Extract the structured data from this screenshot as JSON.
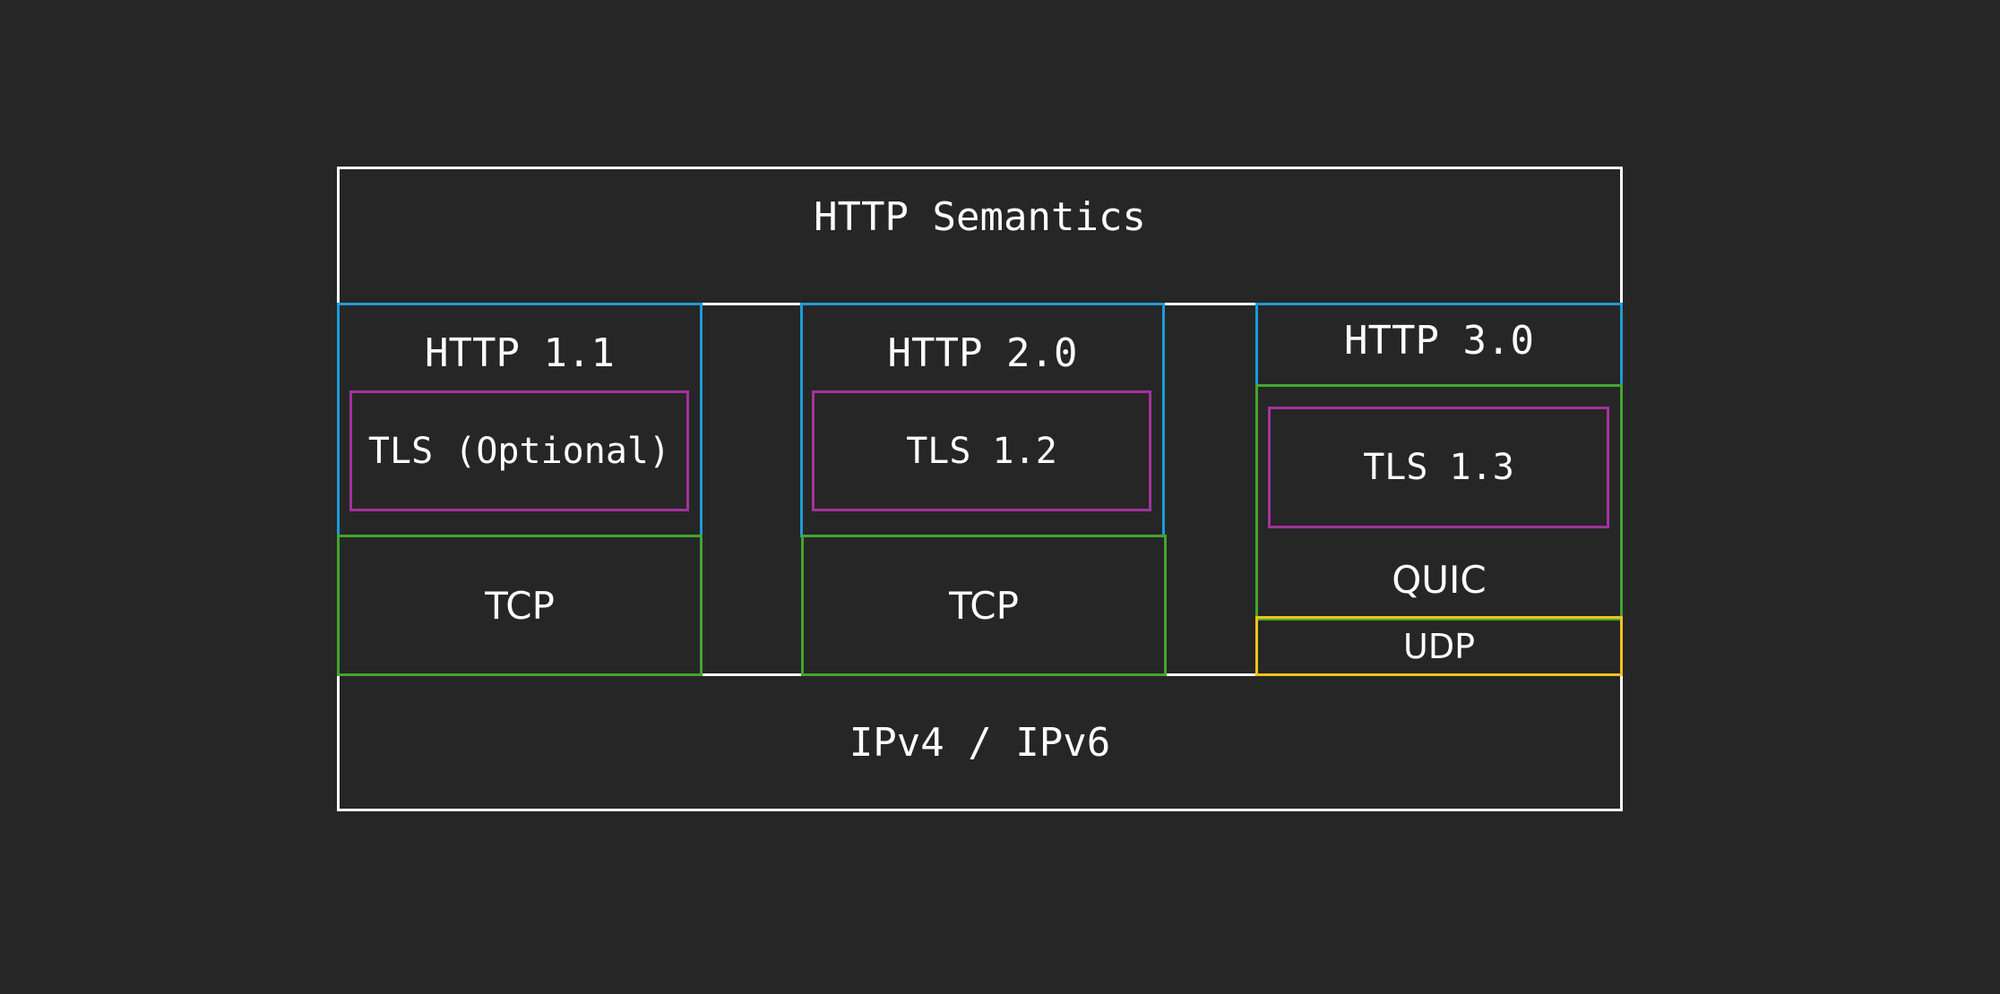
{
  "diagram": {
    "outer": {
      "top_label": "HTTP Semantics",
      "bottom_label": "IPv4 / IPv6"
    },
    "stacks": [
      {
        "http_label": "HTTP 1.1",
        "tls_label": "TLS (Optional)",
        "transport_label": "TCP"
      },
      {
        "http_label": "HTTP 2.0",
        "tls_label": "TLS 1.2",
        "transport_label": "TCP"
      },
      {
        "http_label": "HTTP 3.0",
        "tls_label": "TLS 1.3",
        "quic_label": "QUIC",
        "udp_label": "UDP"
      }
    ],
    "colors": {
      "background": "#262626",
      "outline": "#ffffff",
      "http_border": "#1e9bd7",
      "tls_border": "#a3329c",
      "transport_border": "#44a52e",
      "udp_border": "#f2c21b"
    }
  }
}
